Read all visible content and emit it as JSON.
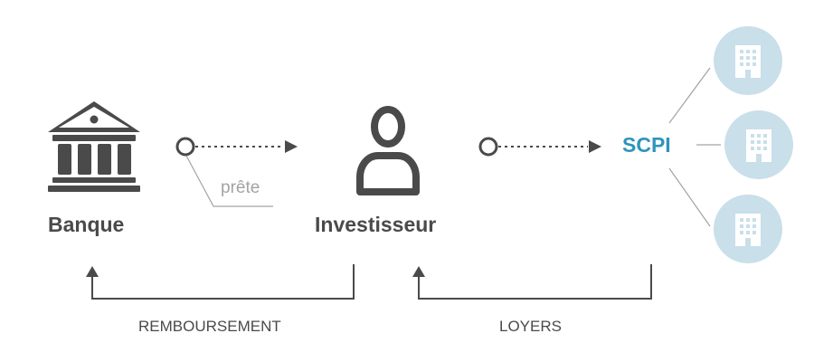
{
  "colors": {
    "dark": "#4a4a4a",
    "grey": "#a3a3a3",
    "accent": "#2f94bd",
    "building_circle": "#c9dfea"
  },
  "nodes": {
    "bank": {
      "label": "Banque",
      "icon": "bank-icon"
    },
    "investor": {
      "label": "Investisseur",
      "icon": "person-icon"
    },
    "scpi": {
      "label": "SCPI"
    },
    "buildings": [
      {
        "icon": "building-icon"
      },
      {
        "icon": "building-icon"
      },
      {
        "icon": "building-icon"
      }
    ]
  },
  "annotations": {
    "lends": "prête"
  },
  "flows": {
    "repayment": "REMBOURSEMENT",
    "rents": "LOYERS"
  }
}
